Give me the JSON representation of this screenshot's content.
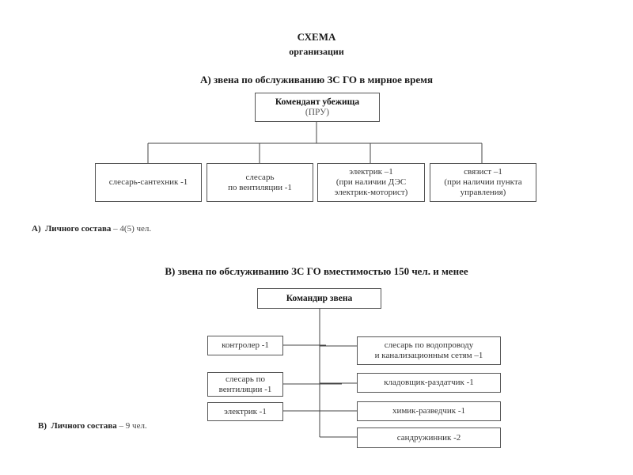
{
  "title": {
    "line1": "СХЕМА",
    "line2": "организации"
  },
  "sectionA": {
    "heading": "А) звена по обслуживанию ЗС ГО в мирное время",
    "root": {
      "title": "Комендант убежища",
      "subtitle": "(ПРУ)"
    },
    "children": [
      {
        "lines": [
          "слесарь-сантехник   -1"
        ]
      },
      {
        "lines": [
          "слесарь",
          "по вентиляции    -1"
        ]
      },
      {
        "lines": [
          "электрик    –1",
          "(при наличии ДЭС",
          "электрик-моторист)"
        ]
      },
      {
        "lines": [
          "связист   –1",
          "(при наличии пункта",
          "управления)"
        ]
      }
    ],
    "note": {
      "prefix": "А)",
      "label": "Личного состава",
      "value": "– 4(5) чел."
    }
  },
  "sectionB": {
    "heading": "В) звена по обслуживанию ЗС ГО вместимостью 150 чел. и  менее",
    "root": {
      "title": "Командир звена"
    },
    "left": [
      {
        "lines": [
          "контролер -1"
        ]
      },
      {
        "lines": [
          "слесарь по",
          "вентиляции -1"
        ]
      },
      {
        "lines": [
          "электрик -1"
        ]
      }
    ],
    "right": [
      {
        "lines": [
          "слесарь по водопроводу",
          "и канализационным сетям –1"
        ]
      },
      {
        "lines": [
          "кладовщик-раздатчик -1"
        ]
      },
      {
        "lines": [
          "химик-разведчик  -1"
        ]
      },
      {
        "lines": [
          "сандружинник -2"
        ]
      }
    ],
    "note": {
      "prefix": "В)",
      "label": "Личного состава",
      "value": "– 9 чел."
    }
  }
}
